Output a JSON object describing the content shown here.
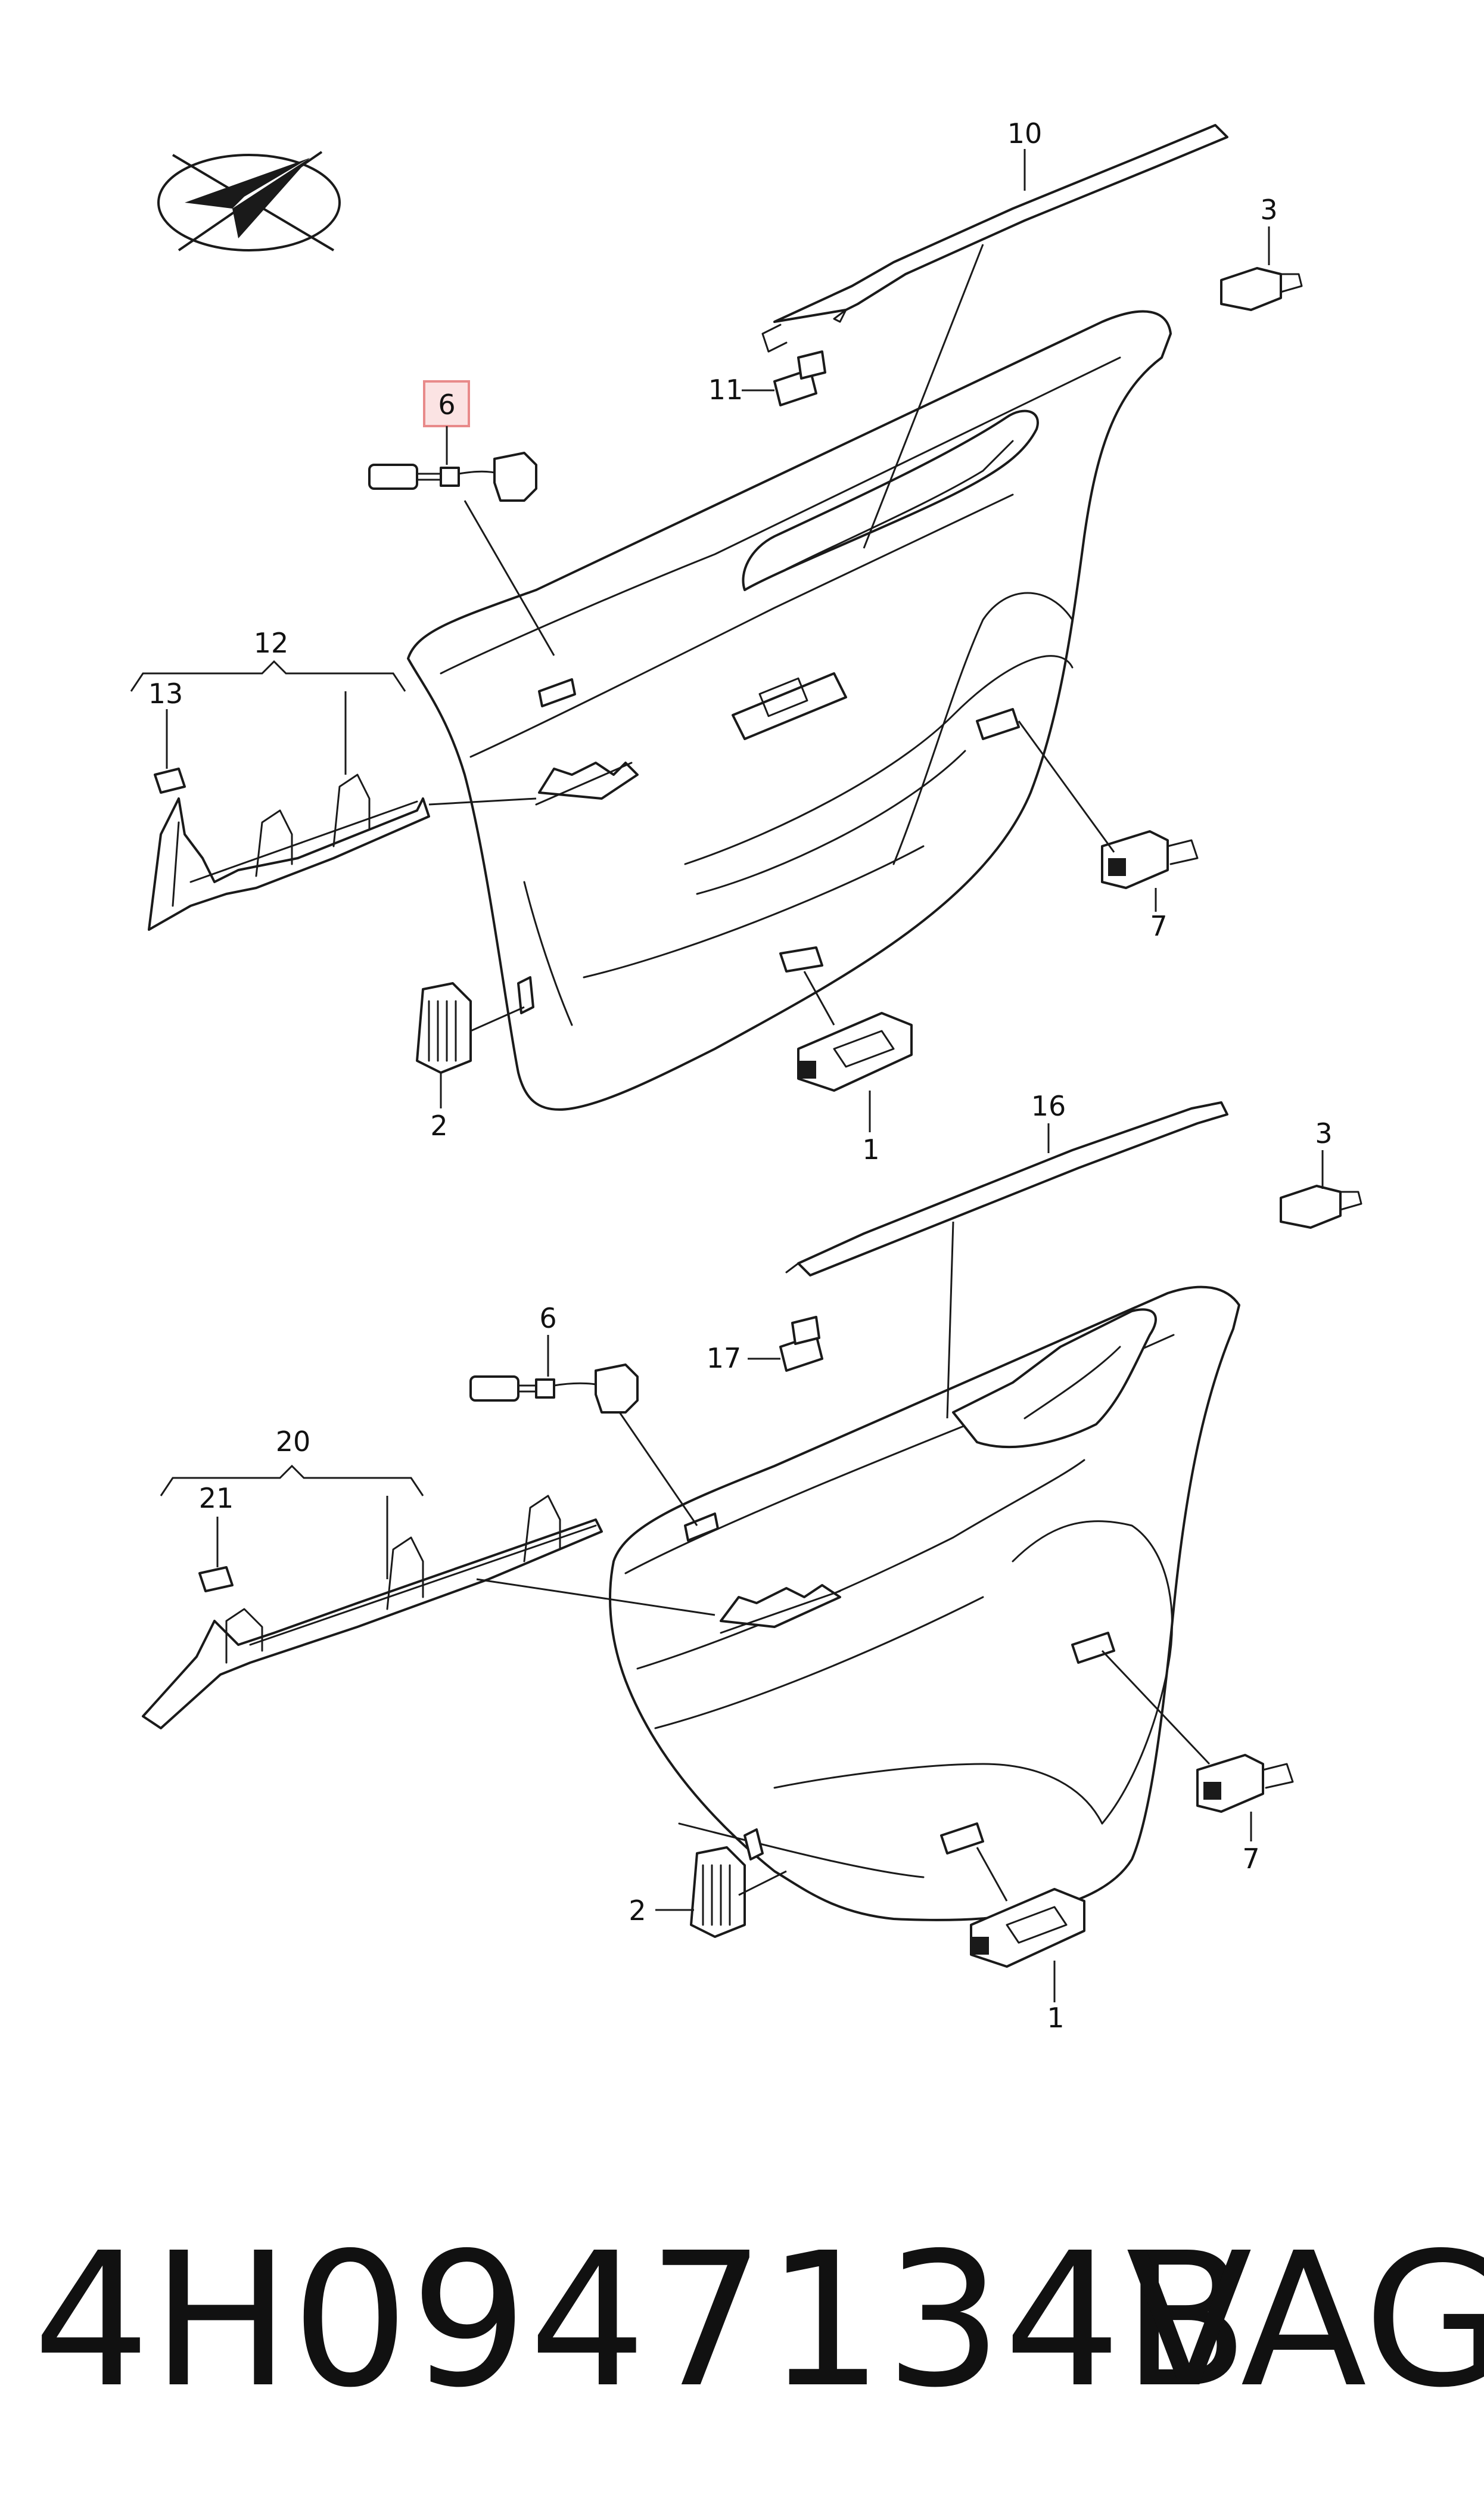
{
  "callouts": {
    "front": {
      "c10": "10",
      "c3": "3",
      "c11": "11",
      "c6": "6",
      "c12": "12",
      "c13": "13",
      "c7": "7",
      "c2": "2",
      "c1": "1"
    },
    "rear": {
      "c16": "16",
      "c3": "3",
      "c6": "6",
      "c17": "17",
      "c20": "20",
      "c21": "21",
      "c7": "7",
      "c2": "2",
      "c1": "1"
    }
  },
  "highlight_color": "#e88a8a",
  "footer": {
    "part_number": "4H0947134B",
    "brand": "VAG"
  }
}
